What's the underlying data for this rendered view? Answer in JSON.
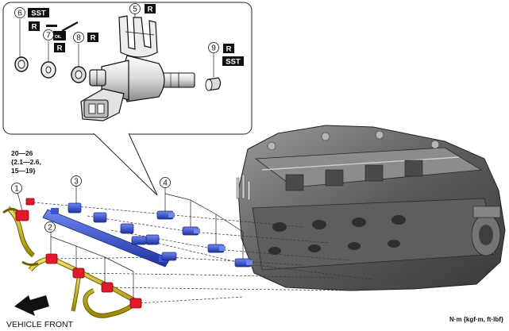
{
  "callouts": {
    "c1": "1",
    "c2": "2",
    "c3": "3",
    "c4": "4",
    "c5": "5",
    "c6": "6",
    "c7": "7",
    "c8": "8",
    "c9": "9"
  },
  "tags": {
    "sst": "SST",
    "r": "R",
    "oil": "OIL"
  },
  "torque": {
    "line1": "20—26",
    "line2": "{2.1—2.6,",
    "line3": "15—19}"
  },
  "vehicle_front": "VEHICLE FRONT",
  "units": "N·m {kgf·m, ft·lbf}",
  "colors": {
    "harness_yellow": "#c8b400",
    "connector_red": "#e0192b",
    "injector_blue": "#2b46c8",
    "engine_gray": "#6f6f6f"
  }
}
